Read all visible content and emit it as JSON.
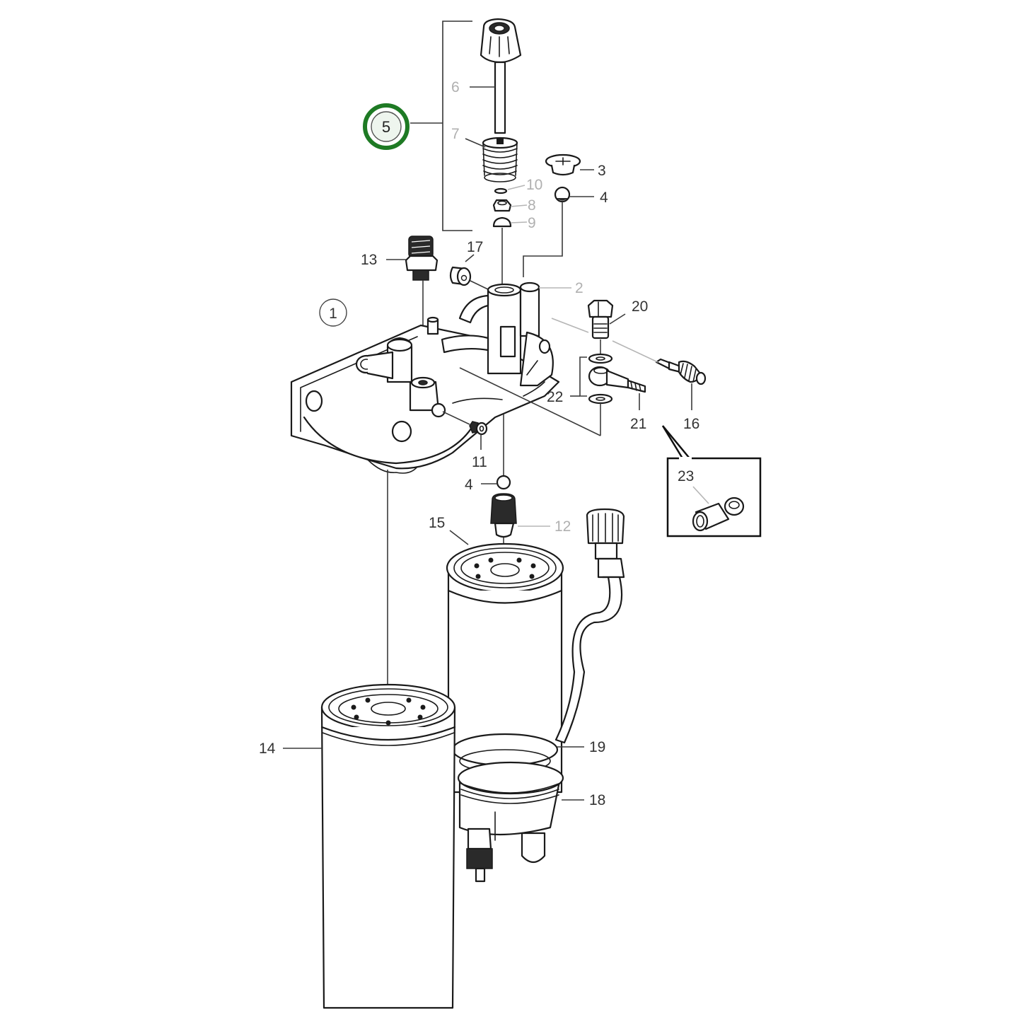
{
  "diagram": {
    "type": "exploded-parts-diagram",
    "subject": "Fuel filter housing assembly",
    "highlight_color": "#1e7a24",
    "highlight_fill": "#eef5ee",
    "assembly_callouts": {
      "main_housing": "1",
      "hand_pump_assembly": "5"
    },
    "highlighted_callout": "5",
    "inset_box": {
      "label": "23"
    },
    "parts": [
      {
        "id": "2",
        "label": "2"
      },
      {
        "id": "3",
        "label": "3"
      },
      {
        "id": "4a",
        "label": "4"
      },
      {
        "id": "4b",
        "label": "4"
      },
      {
        "id": "6",
        "label": "6"
      },
      {
        "id": "7",
        "label": "7"
      },
      {
        "id": "8",
        "label": "8"
      },
      {
        "id": "9",
        "label": "9"
      },
      {
        "id": "10",
        "label": "10"
      },
      {
        "id": "11",
        "label": "11"
      },
      {
        "id": "12",
        "label": "12"
      },
      {
        "id": "13",
        "label": "13"
      },
      {
        "id": "14",
        "label": "14"
      },
      {
        "id": "15",
        "label": "15"
      },
      {
        "id": "16",
        "label": "16"
      },
      {
        "id": "17",
        "label": "17"
      },
      {
        "id": "18",
        "label": "18"
      },
      {
        "id": "19",
        "label": "19"
      },
      {
        "id": "20",
        "label": "20"
      },
      {
        "id": "21",
        "label": "21"
      },
      {
        "id": "22",
        "label": "22"
      }
    ]
  }
}
